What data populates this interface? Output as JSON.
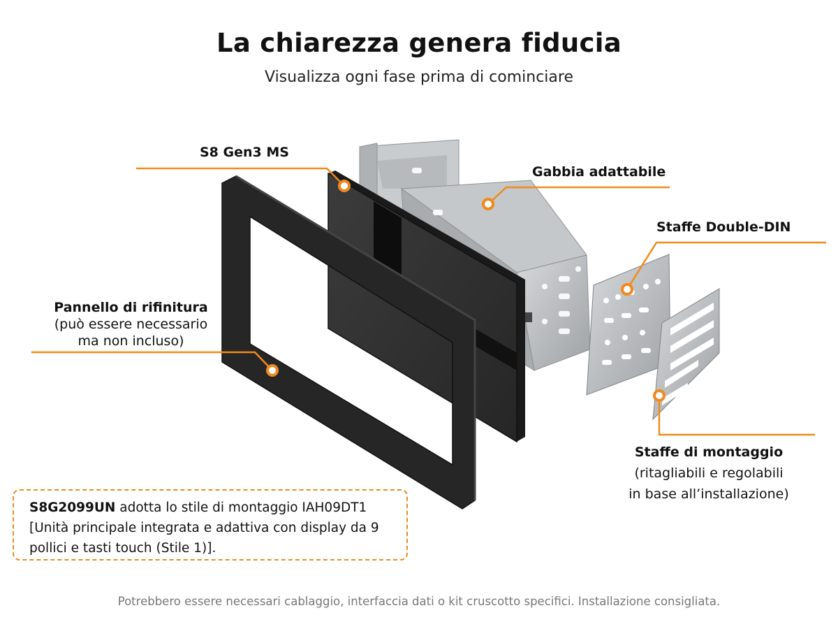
{
  "header": {
    "title": "La chiarezza genera fiducia",
    "subtitle": "Visualizza ogni fase prima di cominciare"
  },
  "labels": {
    "head_unit": "S8 Gen3 MS",
    "cage": "Gabbia adattabile",
    "double_din": "Staffe Double-DIN",
    "trim_panel_title": "Pannello di rifinitura",
    "trim_panel_note_line1": "(può essere necessario",
    "trim_panel_note_line2": "ma non incluso)",
    "mounting_title": "Staffe di montaggio",
    "mounting_note_line1": "(ritagliabili e regolabili",
    "mounting_note_line2": "in base all’installazione)"
  },
  "note": {
    "model": "S8G2099UN",
    "text_line1": " adotta lo stile di montaggio IAH09DT1",
    "text_line2": "[Unità principale integrata e adattiva con display da 9",
    "text_line3": "pollici e tasti touch (Stile 1)]."
  },
  "footer": "Potrebbero essere necessari cablaggio, interfaccia dati o kit cruscotto specifici. Installazione consigliata.",
  "colors": {
    "accent": "#f08a1e",
    "panel_dark": "#2c2c2c",
    "metal": "#b9bdc0"
  }
}
